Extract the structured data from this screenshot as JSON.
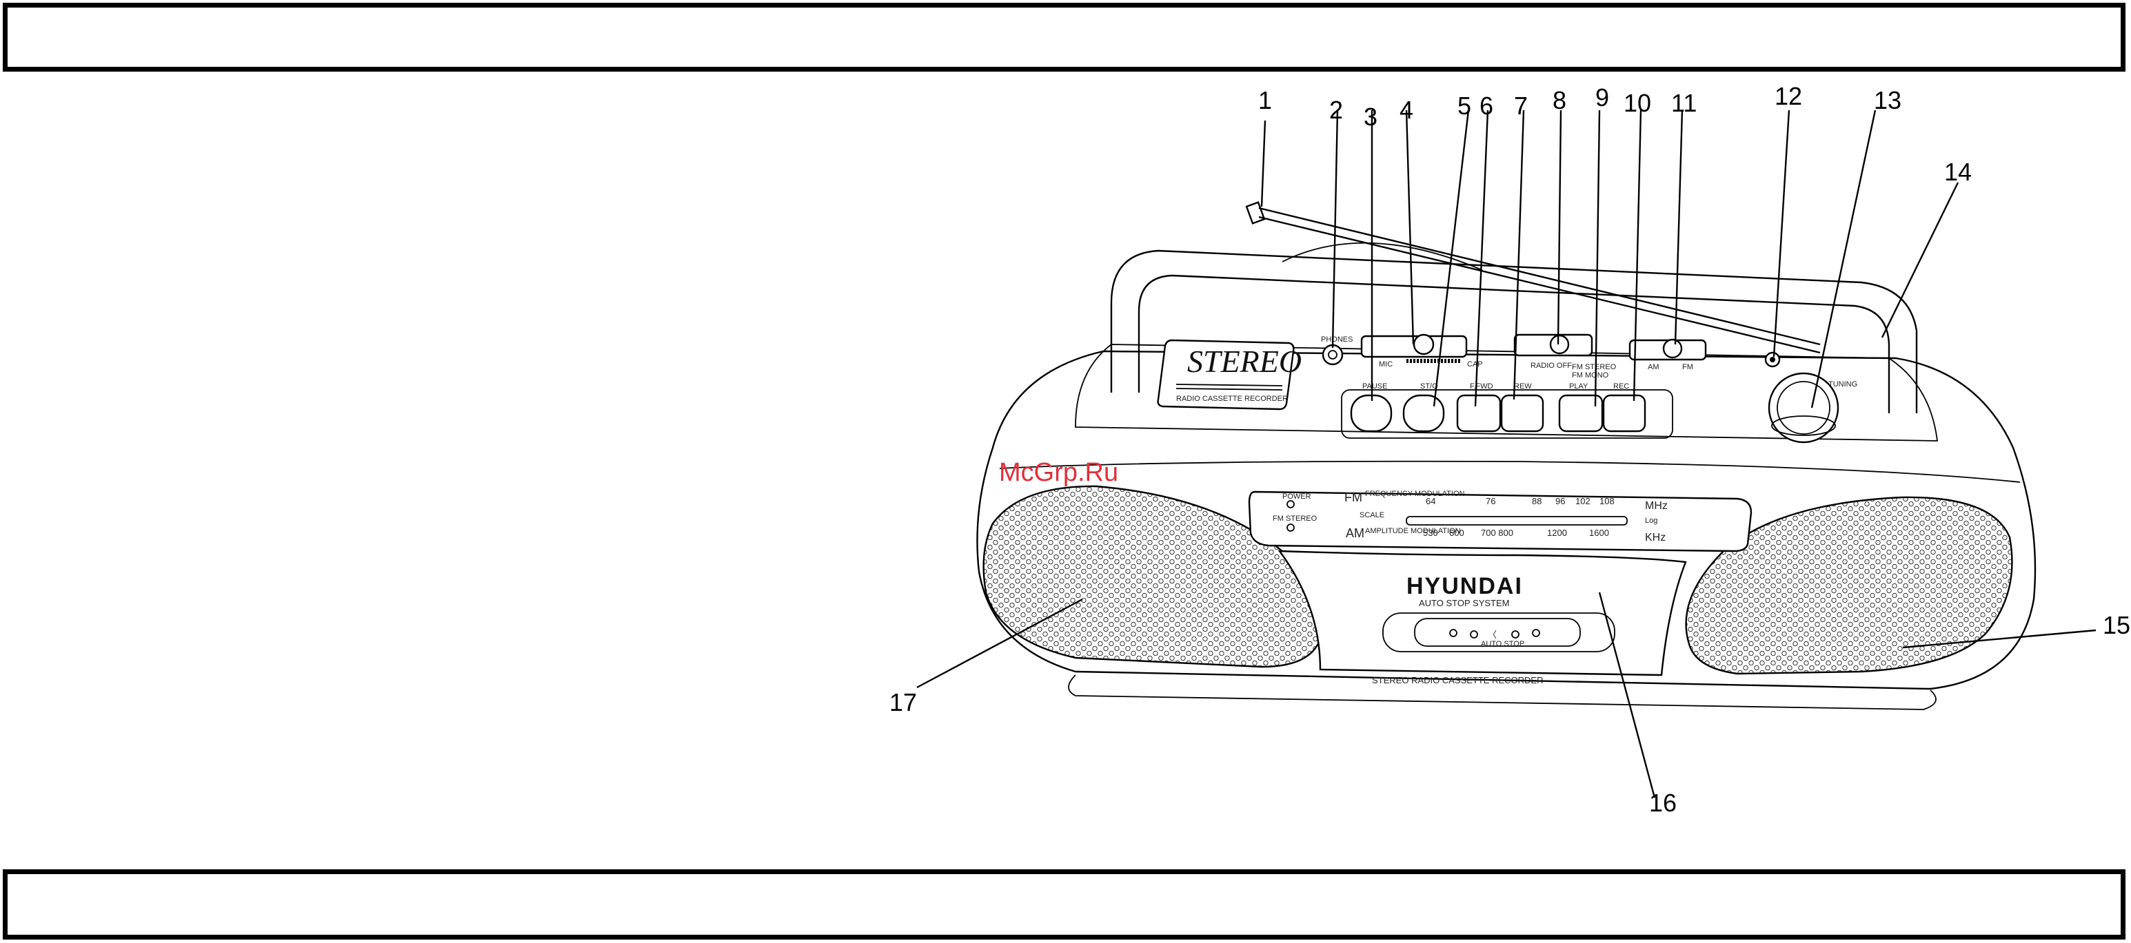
{
  "page": {
    "callouts": [
      "1",
      "2",
      "3",
      "4",
      "5",
      "6",
      "7",
      "8",
      "9",
      "10",
      "11",
      "12",
      "13",
      "14",
      "15",
      "16",
      "17"
    ],
    "watermark": "McGrp.Ru"
  },
  "device": {
    "badge_title": "STEREO",
    "badge_subtitle": "RADIO CASSETTE RECORDER",
    "phones_label": "PHONES",
    "mic_label": "MIC",
    "cap_label": "CAP",
    "function_labels": [
      "RADIO OFF",
      "FM STEREO",
      "FM MONO"
    ],
    "band_labels": [
      "AM",
      "FM"
    ],
    "tuning_label": "TUNING",
    "deck_buttons": [
      "PAUSE",
      "ST/O",
      "F.FWD",
      "REW",
      "PLAY",
      "REC"
    ],
    "dial": {
      "power_label": "POWER",
      "fm_stereo_label": "FM STEREO",
      "fm_label": "FM",
      "fm_sub": "FREQUENCY MODULATION",
      "am_label": "AM",
      "am_sub": "AMPLITUDE MODULATION",
      "scale_label": "SCALE",
      "fm_scale": [
        "64",
        "76",
        "88",
        "96",
        "102",
        "108"
      ],
      "am_scale": [
        "530",
        "600",
        "700 800",
        "1200",
        "1600"
      ],
      "mhz": "MHz",
      "log": "Log",
      "khz": "KHz"
    },
    "brand": "HYUNDAI",
    "auto_stop_system": "AUTO STOP SYSTEM",
    "auto_stop": "AUTO STOP",
    "bottom_text": "STEREO RADIO CASSETTE RECORDER"
  }
}
